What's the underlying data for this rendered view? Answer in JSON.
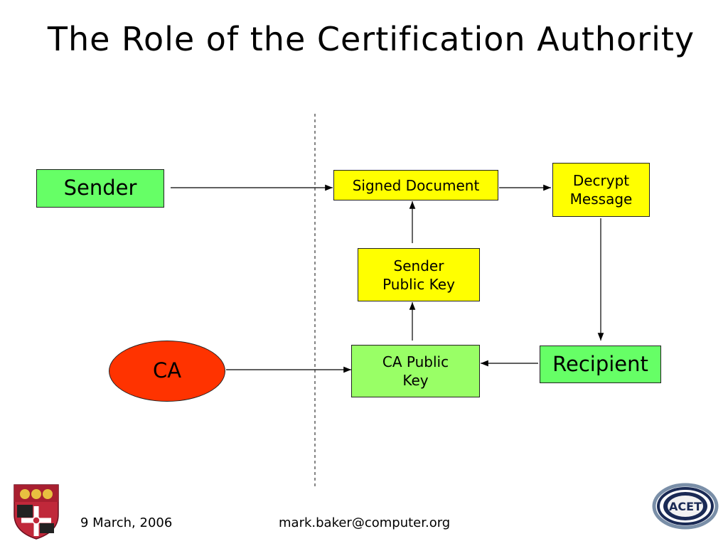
{
  "slide": {
    "title": "The Role of the Certification Authority"
  },
  "nodes": {
    "sender": "Sender",
    "signed_document": "Signed Document",
    "decrypt_message_line1": "Decrypt",
    "decrypt_message_line2": "Message",
    "sender_public_key_line1": "Sender",
    "sender_public_key_line2": "Public Key",
    "ca": "CA",
    "ca_public_key_line1": "CA Public",
    "ca_public_key_line2": "Key",
    "recipient": "Recipient"
  },
  "colors": {
    "green": "#66ff66",
    "light_green": "#99ff66",
    "yellow": "#ffff00",
    "red": "#ff3300"
  },
  "footer": {
    "date": "9 March, 2006",
    "email": "mark.baker@computer.org"
  },
  "logos": {
    "left": "university-crest-icon",
    "right": "acet-logo-icon"
  }
}
